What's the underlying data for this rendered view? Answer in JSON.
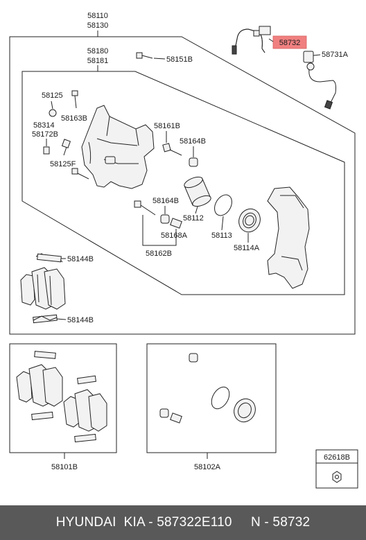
{
  "labels": {
    "l58110": "58110",
    "l58130": "58130",
    "l58180": "58180",
    "l58181": "58181",
    "l58151B": "58151B",
    "l58732": "58732",
    "l58731A": "58731A",
    "l58125": "58125",
    "l58314": "58314",
    "l58163B": "58163B",
    "l58172B": "58172B",
    "l58125F": "58125F",
    "l58161B": "58161B",
    "l58164B_a": "58164B",
    "l58164B_b": "58164B",
    "l58168A": "58168A",
    "l58162B": "58162B",
    "l58112": "58112",
    "l58113": "58113",
    "l58114A": "58114A",
    "l58144B_a": "58144B",
    "l58144B_b": "58144B",
    "l58101B": "58101B",
    "l58102A": "58102A",
    "l62618B": "62618B"
  },
  "highlight_color": "#f08080",
  "footer": {
    "text": "HYUNDAI  KIA - 587322E110     N - 58732"
  }
}
